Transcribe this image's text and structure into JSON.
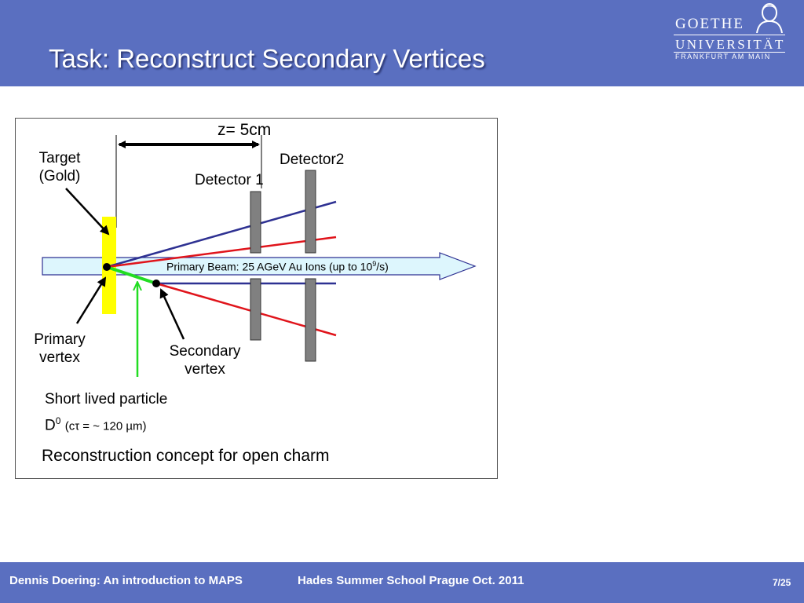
{
  "header": {
    "title": "Task: Reconstruct Secondary Vertices"
  },
  "logo": {
    "line1": "GOETHE",
    "line2": "UNIVERSITÄT",
    "line3": "FRANKFURT AM MAIN"
  },
  "diagram": {
    "z_label": "z= 5cm",
    "target_label": [
      "Target",
      "(Gold)"
    ],
    "detector1_label": "Detector 1",
    "detector2_label": "Detector2",
    "beam_label": "Primary Beam: 25 AGeV Au Ions (up to 10",
    "beam_exp": "9",
    "beam_suffix": "/s)",
    "primary_vertex_label": [
      "Primary",
      "vertex"
    ],
    "secondary_vertex_label": [
      "Secondary",
      "vertex"
    ],
    "particle_label": "Short lived particle",
    "particle_name": "D",
    "particle_sup": "0",
    "particle_detail": "(cτ = ~ 120 µm)",
    "caption": "Reconstruction concept for open charm",
    "colors": {
      "target": "#ffff00",
      "beam": "#ddf6fd",
      "blue_track": "#2e3192",
      "red_track": "#e0141b",
      "green_track": "#22dd22",
      "detector": "#808080"
    }
  },
  "footer": {
    "left": "Dennis Doering:  An introduction to MAPS",
    "center": "Hades Summer School Prague Oct. 2011",
    "page": "7/25"
  }
}
